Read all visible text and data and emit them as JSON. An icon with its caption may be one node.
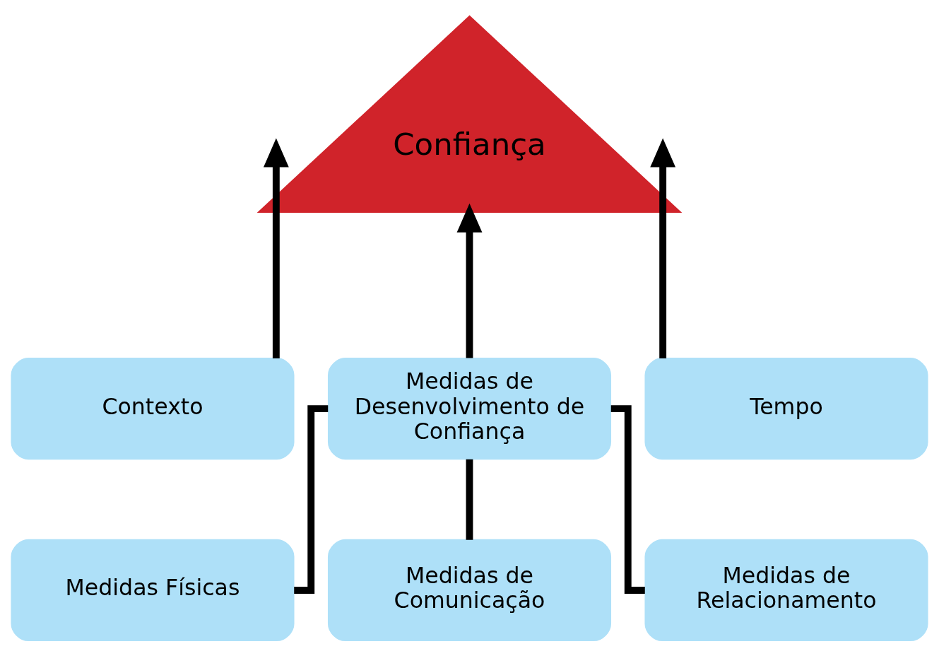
{
  "diagram": {
    "nodes": [
      {
        "text": [
          "Confiança"
        ]
      },
      {
        "text": [
          "Contexto"
        ]
      },
      {
        "text": [
          "Medidas de Desenvolvimento de Confiança"
        ]
      },
      {
        "text": [
          "Tempo"
        ]
      },
      {
        "text": [
          "Medidas Físicas"
        ]
      },
      {
        "text": [
          "Medidas de Comunicação"
        ]
      },
      {
        "text": [
          "Medidas de Relacionamento"
        ]
      }
    ],
    "edges": [
      {
        "from": 1,
        "to": 0,
        "arrow": "to"
      },
      {
        "from": 2,
        "to": 0,
        "arrow": "to"
      },
      {
        "from": 3,
        "to": 0,
        "arrow": "to"
      },
      {
        "from": 2,
        "to": 4,
        "arrow": "none"
      },
      {
        "from": 2,
        "to": 5,
        "arrow": "none"
      },
      {
        "from": 2,
        "to": 6,
        "arrow": "none"
      }
    ]
  }
}
